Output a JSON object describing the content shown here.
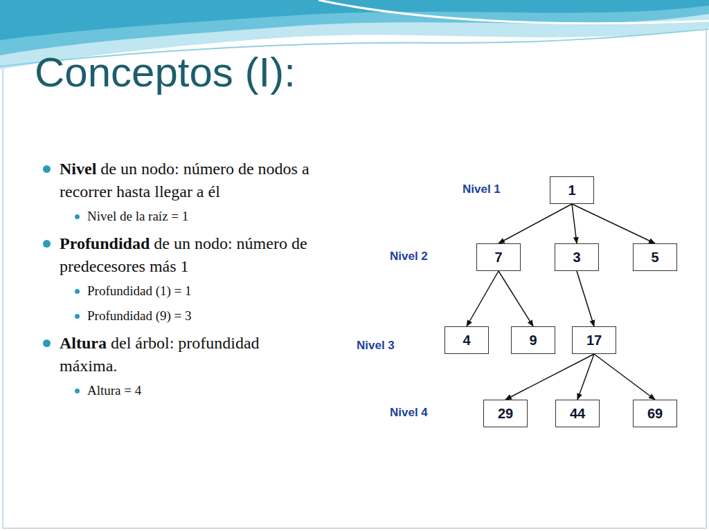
{
  "diagram": {
    "title": "Conceptos (I):",
    "nodes": [
      {
        "text": [
          "1"
        ]
      },
      {
        "text": [
          "7"
        ]
      },
      {
        "text": [
          "3"
        ]
      },
      {
        "text": [
          "5"
        ]
      },
      {
        "text": [
          "4"
        ]
      },
      {
        "text": [
          "9"
        ]
      },
      {
        "text": [
          "17"
        ]
      },
      {
        "text": [
          "29"
        ]
      },
      {
        "text": [
          "44"
        ]
      },
      {
        "text": [
          "69"
        ]
      }
    ],
    "edges": [
      {
        "from": 0,
        "to": 1,
        "arrow": "to"
      },
      {
        "from": 0,
        "to": 2,
        "arrow": "to"
      },
      {
        "from": 0,
        "to": 3,
        "arrow": "to"
      },
      {
        "from": 1,
        "to": 4,
        "arrow": "to"
      },
      {
        "from": 1,
        "to": 5,
        "arrow": "to"
      },
      {
        "from": 2,
        "to": 6,
        "arrow": "to"
      },
      {
        "from": 6,
        "to": 7,
        "arrow": "to"
      },
      {
        "from": 6,
        "to": 8,
        "arrow": "to"
      },
      {
        "from": 6,
        "to": 9,
        "arrow": "to"
      }
    ],
    "labels": [
      "Nivel",
      "de un nodo: número de nodos a recorrer hasta llegar a él",
      "Nivel de la raíz = 1",
      "Profundidad",
      "de un nodo: número de predecesores más 1",
      "Profundidad (1) = 1",
      "Profundidad (9) = 3",
      "Altura",
      "del árbol: profundidad máxima.",
      "Altura = 4",
      "Nivel 1",
      "Nivel 2",
      "Nivel 3",
      "Nivel 4"
    ]
  }
}
